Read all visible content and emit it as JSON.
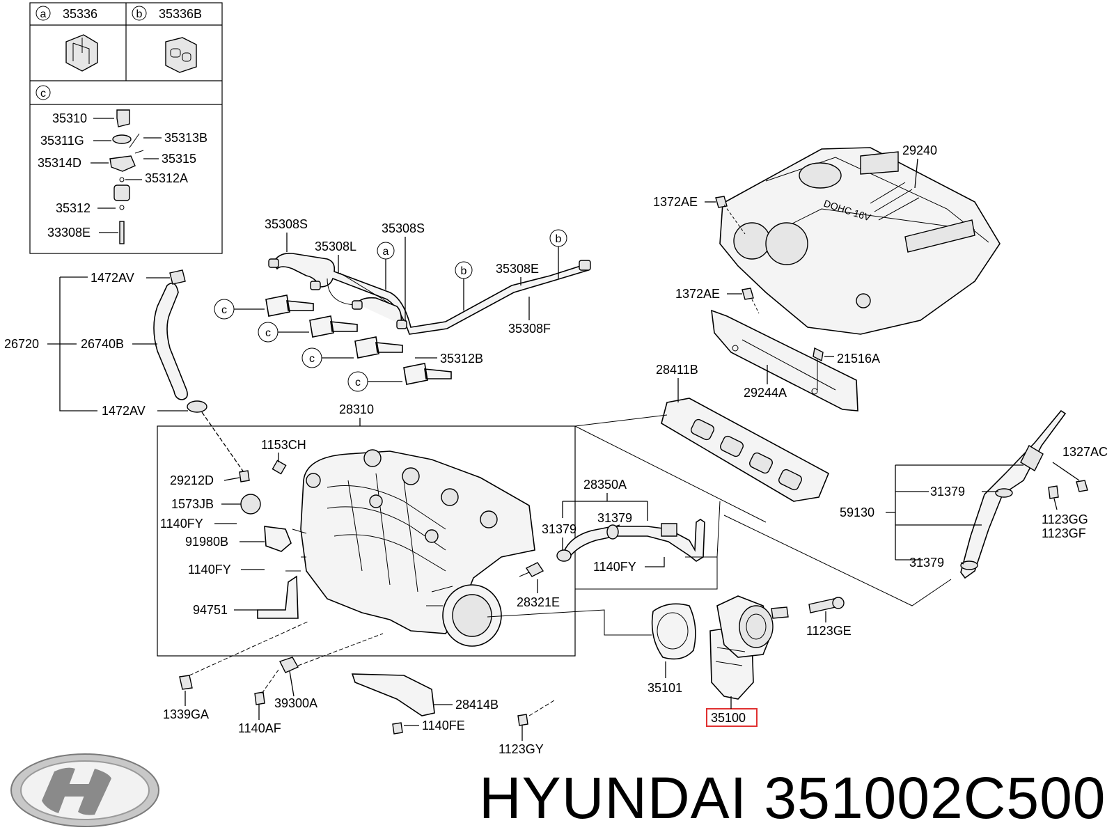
{
  "inset": {
    "a": {
      "letter": "a",
      "part": "35336"
    },
    "b": {
      "letter": "b",
      "part": "35336B"
    },
    "c": {
      "letter": "c",
      "parts": [
        "35310",
        "35311G",
        "35313B",
        "35315",
        "35314D",
        "35312A",
        "35312",
        "33308E"
      ]
    }
  },
  "labels": {
    "p35308S_1": "35308S",
    "p35308L": "35308L",
    "p35308S_2": "35308S",
    "p35308E": "35308E",
    "p35308F": "35308F",
    "p35312B": "35312B",
    "p1472AV_1": "1472AV",
    "p26720": "26720",
    "p26740B": "26740B",
    "p1472AV_2": "1472AV",
    "p28310": "28310",
    "p1153CH": "1153CH",
    "p29212D": "29212D",
    "p1573JB": "1573JB",
    "p1140FY_1": "1140FY",
    "p91980B": "91980B",
    "p1140FY_2": "1140FY",
    "p94751": "94751",
    "p28350A": "28350A",
    "p31379_a": "31379",
    "p31379_b": "31379",
    "p1140FY_3": "1140FY",
    "p28321E": "28321E",
    "p28411B": "28411B",
    "p29240": "29240",
    "p1372AE_1": "1372AE",
    "p1372AE_2": "1372AE",
    "p21516A": "21516A",
    "p29244A": "29244A",
    "p1327AC": "1327AC",
    "p31379_c": "31379",
    "p59130": "59130",
    "p1123GG": "1123GG",
    "p1123GF": "1123GF",
    "p31379_d": "31379",
    "p1123GE": "1123GE",
    "p35101": "35101",
    "p35100": "35100",
    "p1339GA": "1339GA",
    "p39300A": "39300A",
    "p1140AF": "1140AF",
    "p28414B": "28414B",
    "p1140FE": "1140FE",
    "p1123GY": "1123GY"
  },
  "callouts": {
    "a": "a",
    "b": "b",
    "c": "c"
  },
  "cover_text": "DOHC 16V",
  "highlight_color": "#e03030",
  "footer": {
    "brand": "HYUNDAI",
    "part_number": "351002C500"
  },
  "logo": "hyundai-logo"
}
